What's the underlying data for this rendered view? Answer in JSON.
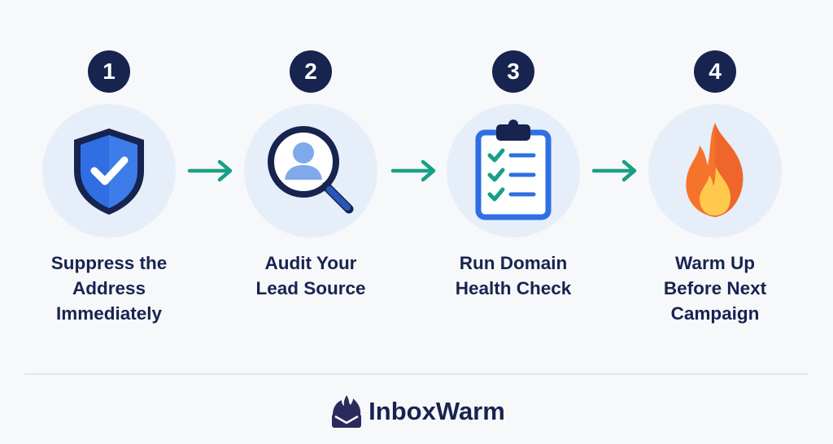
{
  "steps": [
    {
      "number": "1",
      "lines": [
        "Suppress the",
        "Address",
        "Immediately"
      ],
      "icon": "shield-check-icon"
    },
    {
      "number": "2",
      "lines": [
        "Audit Your",
        "Lead Source"
      ],
      "icon": "magnifier-user-icon"
    },
    {
      "number": "3",
      "lines": [
        "Run Domain",
        "Health Check"
      ],
      "icon": "clipboard-checklist-icon"
    },
    {
      "number": "4",
      "lines": [
        "Warm Up",
        "Before Next",
        "Campaign"
      ],
      "icon": "fire-icon"
    }
  ],
  "brand": {
    "name": "InboxWarm",
    "icon": "inboxwarm-logo-icon"
  },
  "colors": {
    "navy": "#16244f",
    "blue": "#2f6fe3",
    "arrow_green": "#18a085",
    "circle_bg": "#e6eef9",
    "flame_orange": "#f5732a",
    "flame_yellow": "#ffc94d"
  }
}
